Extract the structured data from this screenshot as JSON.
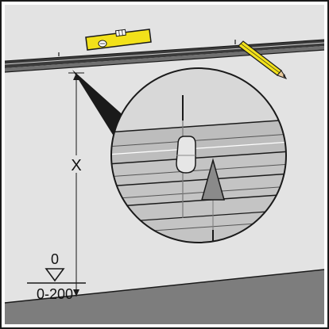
{
  "labels": {
    "dimension": "X",
    "reference_zero": "0",
    "tolerance": "0-200"
  },
  "icons": {
    "level": "spirit-level-icon",
    "pencil": "pencil-icon",
    "reference": "triangle-down-icon"
  },
  "colors": {
    "wall": "#e3e3e3",
    "floor": "#7d7d7d",
    "rail": "#3a3a3a",
    "level_body": "#f2e11a",
    "pencil_body": "#f2e11a",
    "magnifier_bg": "#c4c4c4",
    "arrow": "#8a8a8a",
    "outline": "#1a1a1a"
  }
}
